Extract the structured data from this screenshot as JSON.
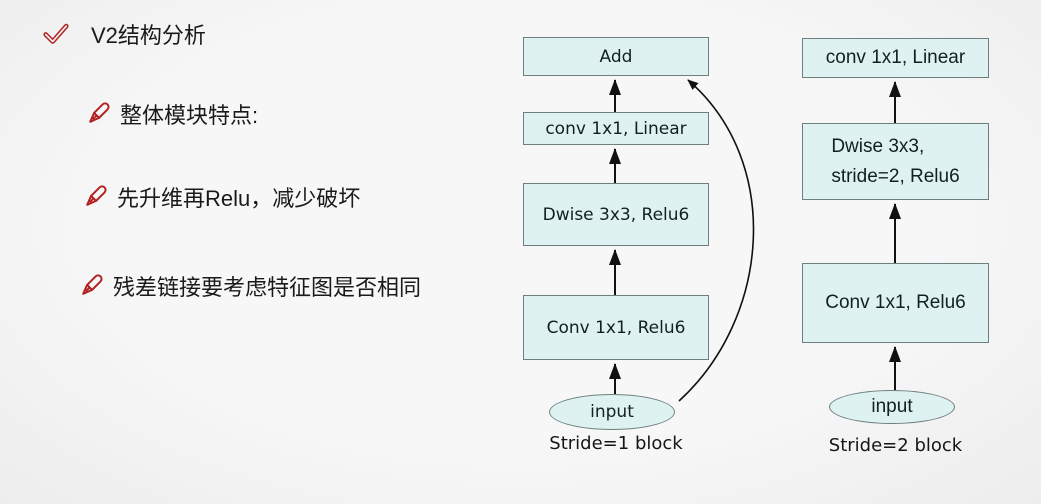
{
  "notes": {
    "title": "V2结构分析",
    "bullets": [
      "整体模块特点:",
      "先升维再Relu，减少破坏",
      "残差链接要考虑特征图是否相同"
    ]
  },
  "diagrams": {
    "stride1": {
      "caption": "Stride=1 block",
      "nodes": {
        "add": "Add",
        "conv_linear": "conv 1x1, Linear",
        "dwise": "Dwise 3x3, Relu6",
        "conv_relu": "Conv 1x1, Relu6",
        "input": "input"
      }
    },
    "stride2": {
      "caption": "Stride=2 block",
      "nodes": {
        "conv_linear": "conv 1x1, Linear",
        "dwise": "Dwise 3x3,\nstride=2, Relu6",
        "conv_relu": "Conv 1x1, Relu6",
        "input": "input"
      }
    }
  },
  "colors": {
    "accent_red": "#b32222",
    "box_fill": "#def2f1",
    "box_border": "#6f7f7f",
    "arrow": "#111111",
    "background": "#f5f5f6",
    "text": "#1a1a1a"
  }
}
